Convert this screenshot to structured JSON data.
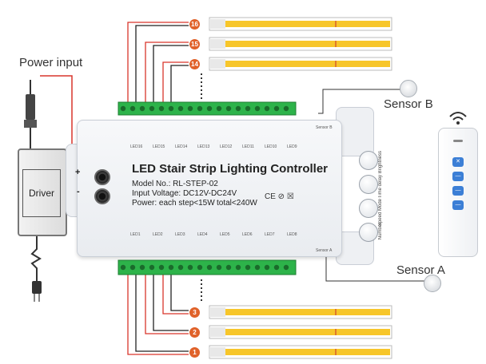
{
  "controller": {
    "title": "LED Stair Strip Lighting Controller",
    "model": "Model No.: RL-STEP-02",
    "voltage": "Input Voltage: DC12V-DC24V",
    "power": "Power: each step<15W",
    "total": "total<240W",
    "cert": "CE ⊘ ☒",
    "buttons": [
      "Brightness",
      "Time delay",
      "Speed Mode",
      "Number"
    ],
    "top_leds": [
      "LED16",
      "LED15",
      "LED14",
      "LED13",
      "LED12",
      "LED11",
      "LED10",
      "LED9"
    ],
    "bottom_leds": [
      "LED1",
      "LED2",
      "LED3",
      "LED4",
      "LED5",
      "LED6",
      "LED7",
      "LED8"
    ],
    "sensor_b_tag": "Sensor B",
    "sensor_a_tag": "Sensor A",
    "plus": "+",
    "minus": "-"
  },
  "labels": {
    "power_input": "Power input",
    "driver": "Driver",
    "sensor_a": "Sensor A",
    "sensor_b": "Sensor B"
  },
  "strips": {
    "top": [
      "16",
      "15",
      "14"
    ],
    "bottom": [
      "3",
      "2",
      "1"
    ]
  },
  "remote": {
    "buttons": [
      "✕",
      "—",
      "—",
      "—"
    ]
  },
  "colors": {
    "strip": "#f7c62a",
    "terminal": "#2db34a",
    "wire_red": "#d9352b",
    "wire_black": "#222222",
    "badge": "#e0622a",
    "remote_button": "#3c7fd6"
  }
}
